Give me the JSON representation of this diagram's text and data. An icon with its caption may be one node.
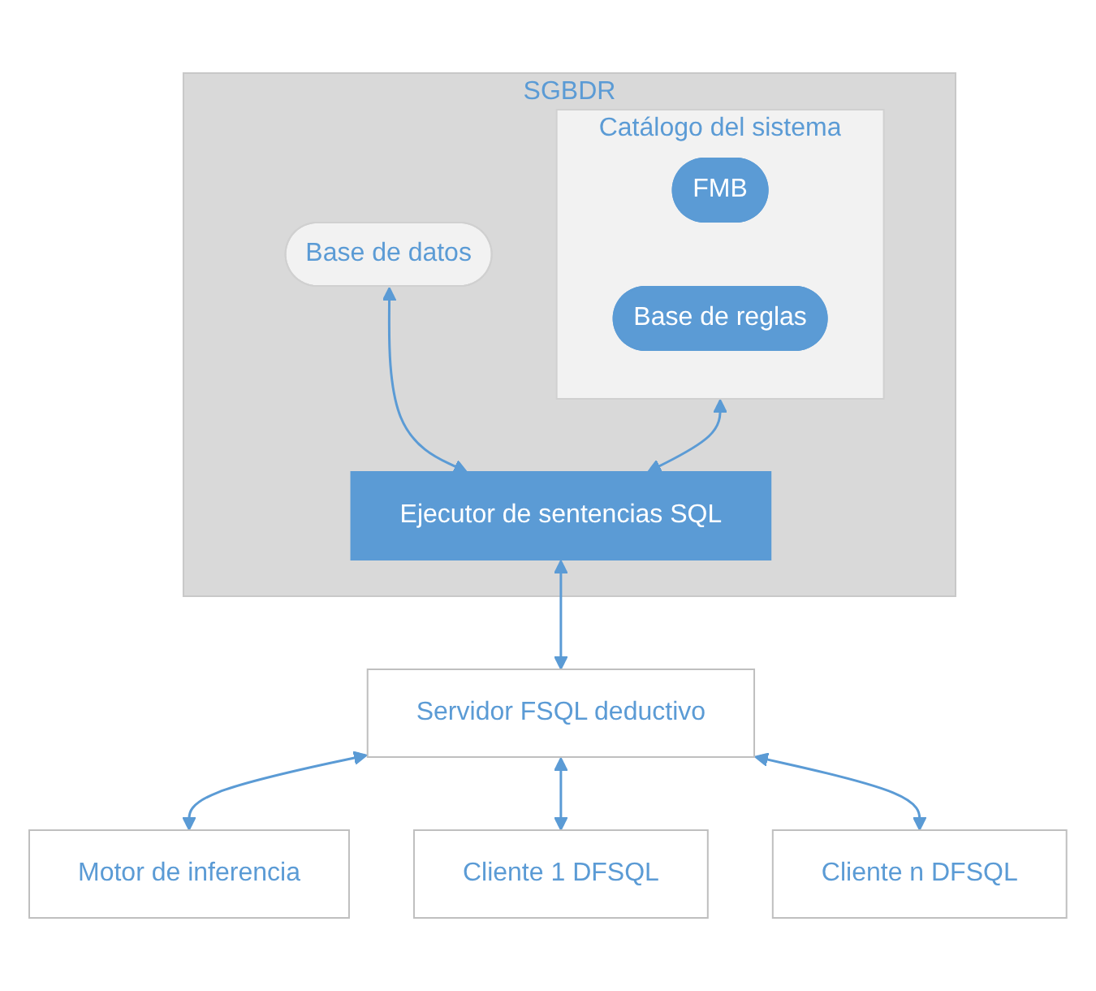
{
  "diagram": {
    "nodes": [
      {
        "text": [
          "SGBDR"
        ]
      },
      {
        "text": [
          "Base de datos"
        ],
        "in": 0
      },
      {
        "text": [
          "Catálogo del sistema"
        ],
        "in": 0
      },
      {
        "text": [
          "FMB"
        ],
        "in": 2
      },
      {
        "text": [
          "Base de reglas"
        ],
        "in": 2
      },
      {
        "text": [
          "Ejecutor de sentencias SQL"
        ],
        "in": 0
      },
      {
        "text": [
          "Servidor FSQL deductivo"
        ]
      },
      {
        "text": [
          "Motor de inferencia"
        ]
      },
      {
        "text": [
          "Cliente 1 DFSQL"
        ]
      },
      {
        "text": [
          "Cliente n DFSQL"
        ]
      }
    ],
    "edges": [
      {
        "from": 1,
        "to": 5,
        "arrow": "both"
      },
      {
        "from": 2,
        "to": 5,
        "arrow": "both"
      },
      {
        "from": 5,
        "to": 6,
        "arrow": "both"
      },
      {
        "from": 6,
        "to": 7,
        "arrow": "both"
      },
      {
        "from": 6,
        "to": 8,
        "arrow": "both"
      },
      {
        "from": 6,
        "to": 9,
        "arrow": "both"
      }
    ]
  }
}
